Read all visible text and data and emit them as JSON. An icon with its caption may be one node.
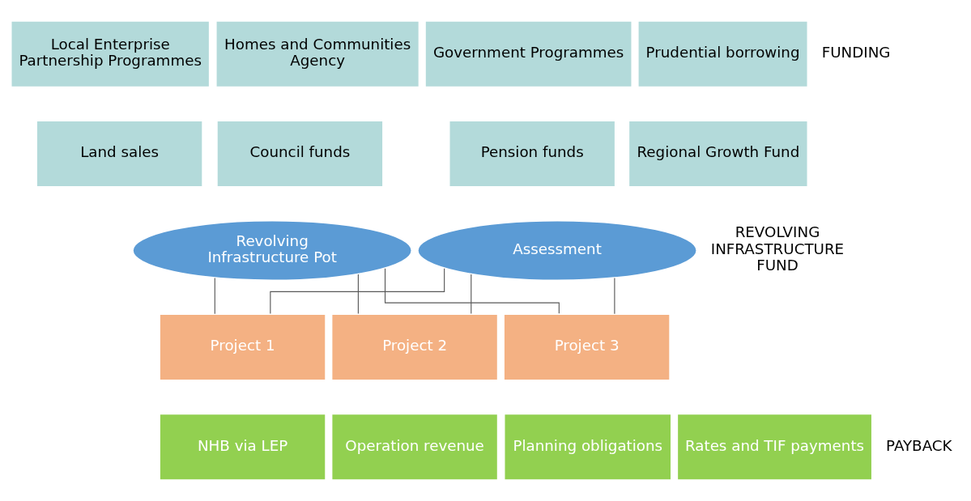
{
  "diagram": {
    "nodes": [
      {
        "text": [
          "Local Enterprise Partnership Programmes"
        ]
      },
      {
        "text": [
          "Homes and Communities Agency"
        ]
      },
      {
        "text": [
          "Government Programmes"
        ]
      },
      {
        "text": [
          "Prudential borrowing"
        ]
      },
      {
        "text": [
          "Land sales"
        ]
      },
      {
        "text": [
          "Council funds"
        ]
      },
      {
        "text": [
          "Pension funds"
        ]
      },
      {
        "text": [
          "Regional Growth Fund"
        ]
      },
      {
        "text": [
          "Revolving Infrastructure Pot"
        ]
      },
      {
        "text": [
          "Assessment"
        ]
      },
      {
        "text": [
          "Project 1"
        ]
      },
      {
        "text": [
          "Project 2"
        ]
      },
      {
        "text": [
          "Project 3"
        ]
      },
      {
        "text": [
          "NHB via LEP"
        ]
      },
      {
        "text": [
          "Operation revenue"
        ]
      },
      {
        "text": [
          "Planning obligations"
        ]
      },
      {
        "text": [
          "Rates and TIF payments"
        ]
      }
    ],
    "edges": [
      {
        "from": 8,
        "to": 10,
        "arrow": "none"
      },
      {
        "from": 8,
        "to": 11,
        "arrow": "none"
      },
      {
        "from": 8,
        "to": 12,
        "arrow": "none"
      },
      {
        "from": 9,
        "to": 10,
        "arrow": "none"
      },
      {
        "from": 9,
        "to": 11,
        "arrow": "none"
      },
      {
        "from": 9,
        "to": 12,
        "arrow": "none"
      }
    ],
    "labels": [
      "FUNDING",
      "REVOLVING INFRASTRUCTURE FUND",
      "PAYBACK"
    ]
  }
}
